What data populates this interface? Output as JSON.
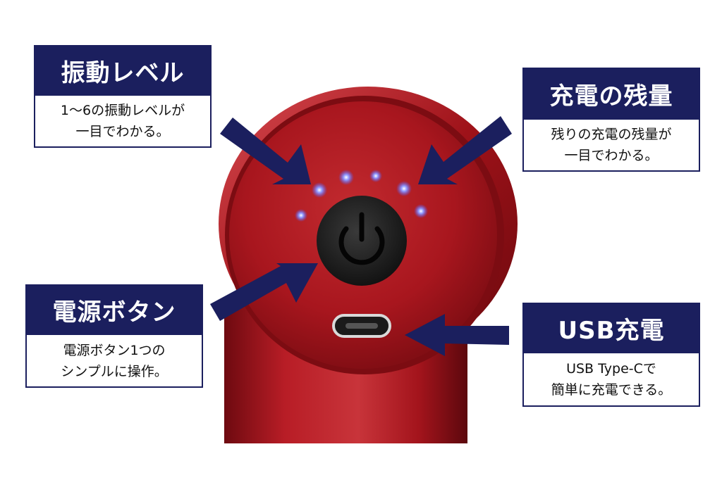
{
  "colors": {
    "navy": "#1b1f5e",
    "device_red": "#a3141c",
    "led_blue": "#4d5bff",
    "button_black": "#1a1a1a"
  },
  "icons": {
    "power": "power-icon",
    "usb": "usb-c-port"
  },
  "callouts": {
    "vibration": {
      "title": "振動レベル",
      "line1": "1〜6の振動レベルが",
      "line2": "一目でわかる。"
    },
    "battery": {
      "title": "充電の残量",
      "line1": "残りの充電の残量が",
      "line2": "一目でわかる。"
    },
    "power": {
      "title": "電源ボタン",
      "line1": "電源ボタン1つの",
      "line2": "シンプルに操作。"
    },
    "usb": {
      "title": "USB充電",
      "line1": "USB Type-Cで",
      "line2": "簡単に充電できる。"
    }
  }
}
